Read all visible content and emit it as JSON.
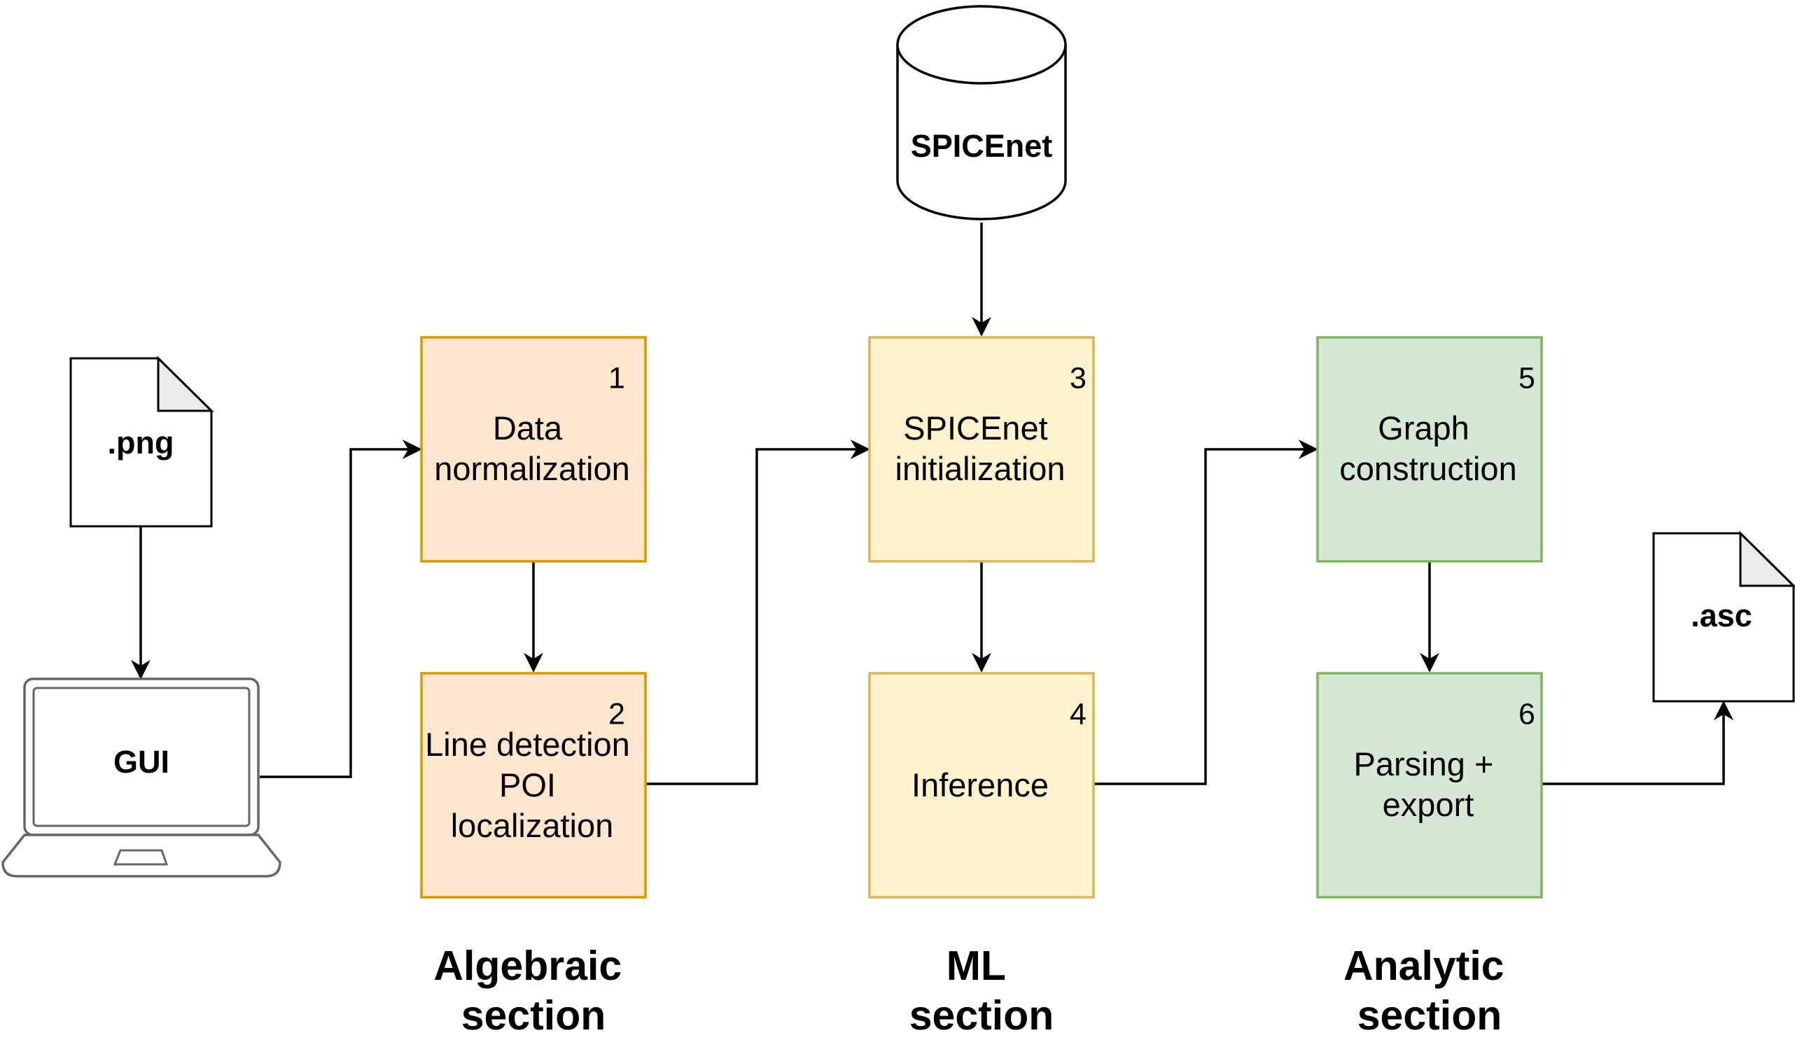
{
  "colors": {
    "algebraic_fill": "#ffe6cc",
    "algebraic_stroke": "#d79b00",
    "ml_fill": "#fff2cc",
    "ml_stroke": "#d6b656",
    "analytic_fill": "#d5e8d4",
    "analytic_stroke": "#82b366",
    "line": "#000000"
  },
  "inputs": {
    "png_file": ".png",
    "gui": "GUI",
    "database": "SPICEnet"
  },
  "output": {
    "asc_file": ".asc"
  },
  "boxes": [
    {
      "number": "1",
      "lines": [
        "Data",
        "normalization"
      ]
    },
    {
      "number": "2",
      "lines": [
        "Line detection",
        "POI",
        "localization"
      ]
    },
    {
      "number": "3",
      "lines": [
        "SPICEnet",
        "initialization"
      ]
    },
    {
      "number": "4",
      "lines": [
        "Inference"
      ]
    },
    {
      "number": "5",
      "lines": [
        "Graph",
        "construction"
      ]
    },
    {
      "number": "6",
      "lines": [
        "Parsing +",
        "export"
      ]
    }
  ],
  "sections": [
    {
      "lines": [
        "Algebraic",
        "section"
      ]
    },
    {
      "lines": [
        "ML",
        "section"
      ]
    },
    {
      "lines": [
        "Analytic",
        "section"
      ]
    }
  ]
}
